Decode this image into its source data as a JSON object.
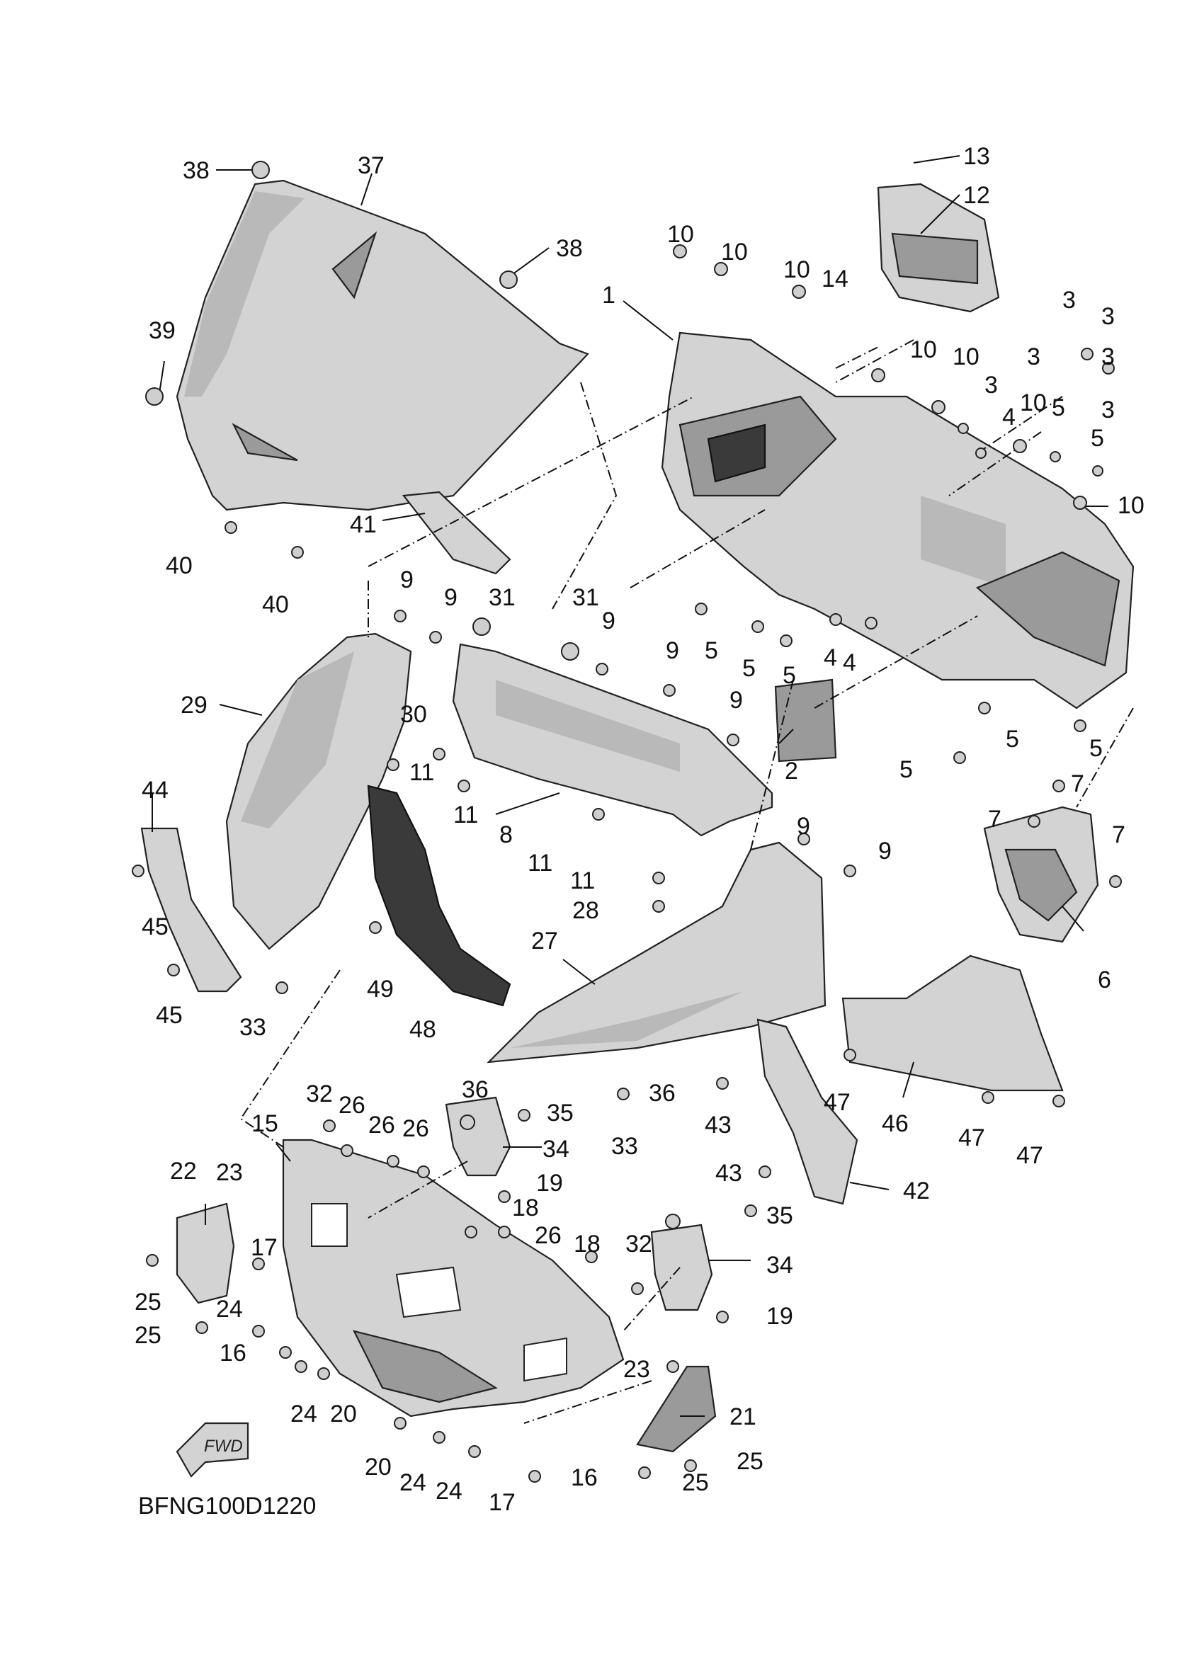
{
  "diagram_code": "BFNG100D1220",
  "fwd_label": "FWD",
  "callouts": [
    "38",
    "37",
    "38",
    "39",
    "40",
    "40",
    "41",
    "1",
    "10",
    "10",
    "10",
    "14",
    "13",
    "12",
    "10",
    "10",
    "3",
    "4",
    "10",
    "5",
    "3",
    "3",
    "3",
    "3",
    "3",
    "5",
    "10",
    "5",
    "5",
    "5",
    "4",
    "4",
    "2",
    "5",
    "5",
    "5",
    "7",
    "7",
    "7",
    "6",
    "9",
    "9",
    "31",
    "31",
    "9",
    "9",
    "9",
    "30",
    "29",
    "11",
    "11",
    "11",
    "11",
    "8",
    "44",
    "45",
    "45",
    "33",
    "49",
    "48",
    "28",
    "27",
    "9",
    "9",
    "32",
    "15",
    "26",
    "26",
    "26",
    "36",
    "35",
    "34",
    "19",
    "18",
    "26",
    "33",
    "43",
    "43",
    "42",
    "47",
    "46",
    "47",
    "47",
    "22",
    "23",
    "17",
    "25",
    "25",
    "24",
    "16",
    "24",
    "20",
    "36",
    "35",
    "34",
    "18",
    "32",
    "19",
    "23",
    "21",
    "25",
    "25",
    "20",
    "24",
    "24",
    "17",
    "16"
  ]
}
